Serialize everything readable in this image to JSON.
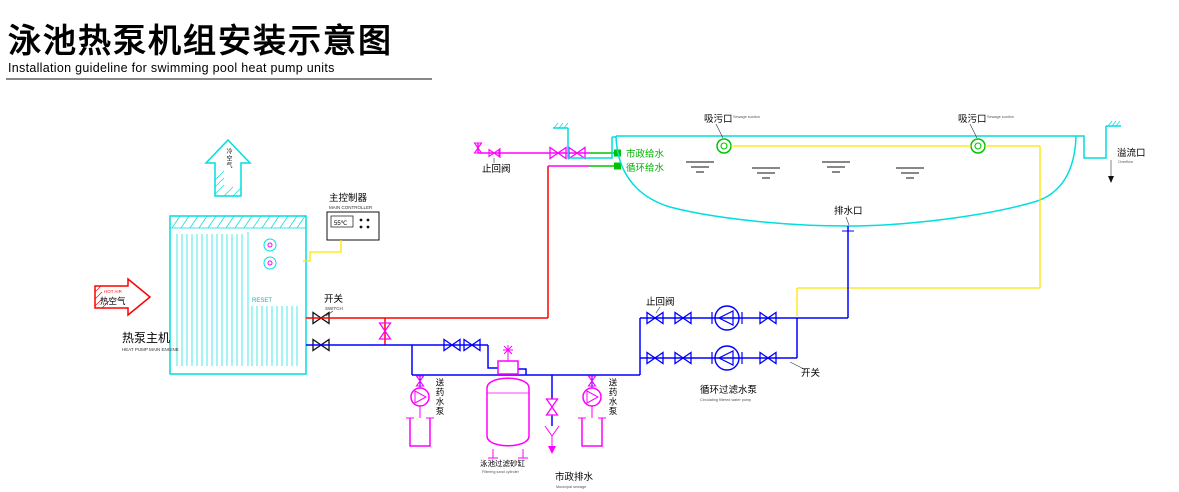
{
  "palette": {
    "cyan": "#00dede",
    "magenta": "#ff00ff",
    "red": "#ff0000",
    "blue": "#0000ff",
    "yellow": "#ffe400",
    "green": "#00c400",
    "ink": "#000000"
  },
  "labels": {
    "title_zh": "泳池热泵机组安装示意图",
    "title_en": "Installation guideline for swimming pool heat pump units",
    "cold_air": "冷空气",
    "hot_air_en": "HOT AIR",
    "hot_air_zh": "热空气",
    "controller_zh": "主控制器",
    "controller_en": "MAIN CONTROLLER",
    "controller_display": "55℃",
    "reset": "RESET",
    "unit_zh": "热泵主机",
    "unit_en": "HEAT PUMP MAIN ENGINE",
    "switch_zh": "开关",
    "switch_en": "SWITCH",
    "check_valve_top": "止回阀",
    "municipal_supply": "市政给水",
    "circulating_supply": "循环给水",
    "vacuum_port": "吸污口",
    "vacuum_port_en": "Sewage suction",
    "overflow": "溢流口",
    "overflow_en": "Overflow",
    "drain_outlet": "排水口",
    "check_valve_bottom": "止回阀",
    "filter_pump_zh": "循环过滤水泵",
    "filter_pump_en": "Circulating filtered water pump",
    "switch_bottom": "开关",
    "dosing_pump": "送药水泵",
    "sand_filter_zh": "泳池过滤砂缸",
    "sand_filter_en": "Filtering sand cylinder",
    "municipal_drain_zh": "市政排水",
    "municipal_drain_en": "Municipal sewage"
  }
}
